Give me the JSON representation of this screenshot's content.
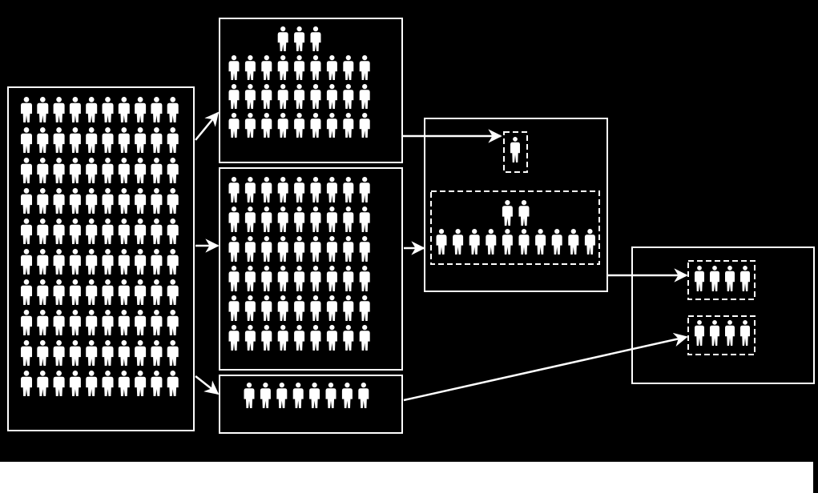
{
  "colors": {
    "background": "#000000",
    "figure": "#ffffff",
    "stroke": "#ffffff",
    "footer": "#ffffff"
  },
  "icon": "person-icon",
  "stages": [
    {
      "id": "population",
      "groups": [
        {
          "id": "population-all",
          "border": "solid",
          "rows": [
            10,
            10,
            10,
            10,
            10,
            10,
            10,
            10,
            10,
            10
          ]
        }
      ]
    },
    {
      "id": "stage-2",
      "groups": [
        {
          "id": "group-a",
          "border": "solid",
          "rows": [
            3,
            9,
            9,
            9
          ]
        },
        {
          "id": "group-b",
          "border": "solid",
          "rows": [
            9,
            9,
            9,
            9,
            9,
            9
          ]
        },
        {
          "id": "group-c",
          "border": "solid",
          "rows": [
            8
          ]
        }
      ]
    },
    {
      "id": "stage-3",
      "groups": [
        {
          "id": "subgroup-single",
          "border": "dashed",
          "rows": [
            1
          ]
        },
        {
          "id": "subgroup-twelve",
          "border": "dashed",
          "rows": [
            2,
            10
          ]
        }
      ]
    },
    {
      "id": "stage-4",
      "groups": [
        {
          "id": "subgroup-four-top",
          "border": "dashed",
          "rows": [
            4
          ]
        },
        {
          "id": "subgroup-four-bottom",
          "border": "dashed",
          "rows": [
            4
          ]
        }
      ]
    }
  ],
  "arrows": [
    {
      "from": "population-all",
      "to": "group-a"
    },
    {
      "from": "population-all",
      "to": "group-b"
    },
    {
      "from": "population-all",
      "to": "group-c"
    },
    {
      "from": "group-a",
      "to": "subgroup-single"
    },
    {
      "from": "group-b",
      "to": "subgroup-twelve"
    },
    {
      "from": "stage-3",
      "to": "subgroup-four-top"
    },
    {
      "from": "group-c",
      "to": "subgroup-four-bottom"
    }
  ]
}
